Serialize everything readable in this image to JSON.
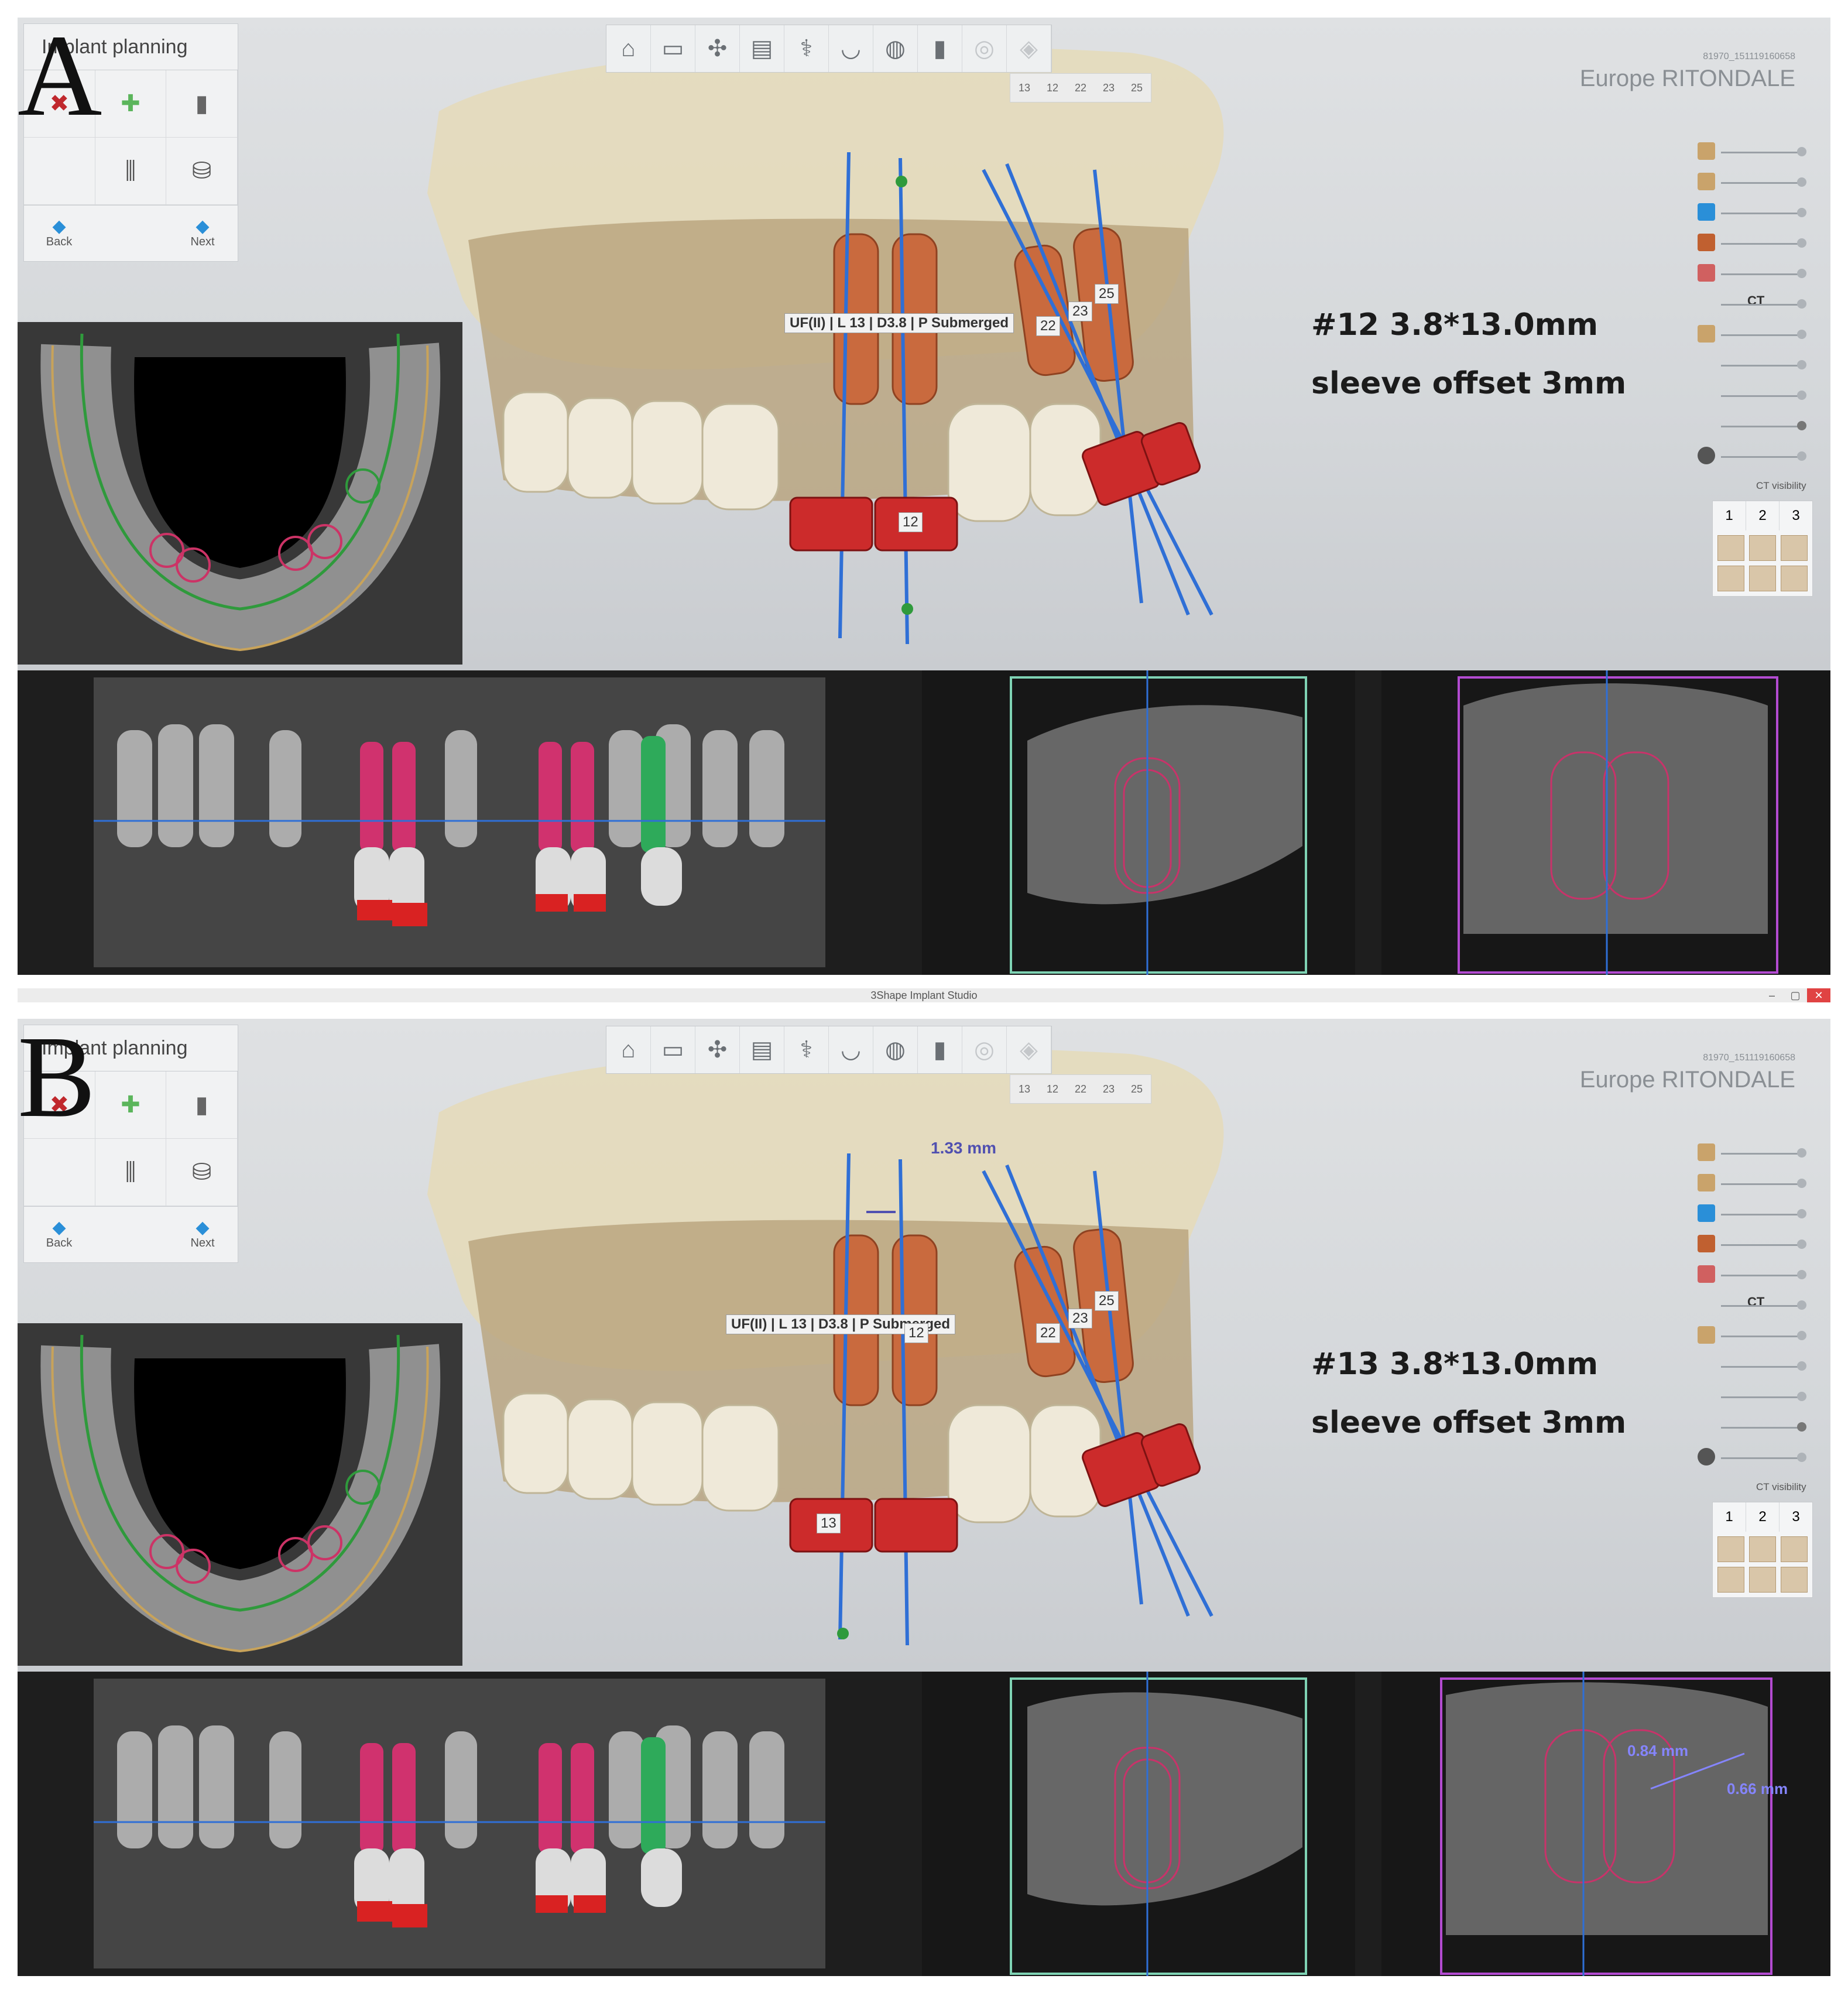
{
  "app": {
    "window_title": "3Shape Implant Studio"
  },
  "panels": [
    {
      "letter": "A",
      "module_title": "Implant planning",
      "nav_back": "Back",
      "nav_next": "Next",
      "tooth_tabs": [
        "13",
        "12",
        "22",
        "23",
        "25"
      ],
      "patient_id": "81970_151119160658",
      "patient_name": "Europe RITONDALE",
      "info_line1": "#12  3.8*13.0mm",
      "info_line2": "sleeve offset 3mm",
      "implant_label": "UF(II) | L 13 | D3.8 | P Submerged",
      "tooth_tags": [
        "22",
        "23",
        "25"
      ],
      "sleeve_tag": "12",
      "ct_label": "CT",
      "ct_visibility": "CT visibility",
      "layout_numbers": [
        "1",
        "2",
        "3"
      ],
      "measurements": []
    },
    {
      "letter": "B",
      "module_title": "Implant planning",
      "nav_back": "Back",
      "nav_next": "Next",
      "tooth_tabs": [
        "13",
        "12",
        "22",
        "23",
        "25"
      ],
      "patient_id": "81970_151119160658",
      "patient_name": "Europe RITONDALE",
      "info_line1": "#13  3.8*13.0mm",
      "info_line2": "sleeve offset  3mm",
      "implant_label": "UF(II) | L 13 | D3.8 | P Submerged",
      "tooth_tags": [
        "22",
        "23",
        "25",
        "12"
      ],
      "sleeve_tag": "13",
      "ct_label": "CT",
      "ct_visibility": "CT visibility",
      "layout_numbers": [
        "1",
        "2",
        "3"
      ],
      "measurements": [
        "1.33 mm",
        "0.84 mm",
        "0.66 mm"
      ]
    }
  ],
  "colors": {
    "implant_body": "#c96a3e",
    "sleeve": "#cc2b2b",
    "axis_line": "#2f6fd6",
    "arch_curve": "#2f9a3c",
    "nerve_outline": "#c8a35a",
    "cross_frame_1": "#7fd3b4",
    "cross_frame_2": "#b34bd1",
    "pano_implant": "#d0326e",
    "pano_implant_alt": "#2eaa5a"
  }
}
